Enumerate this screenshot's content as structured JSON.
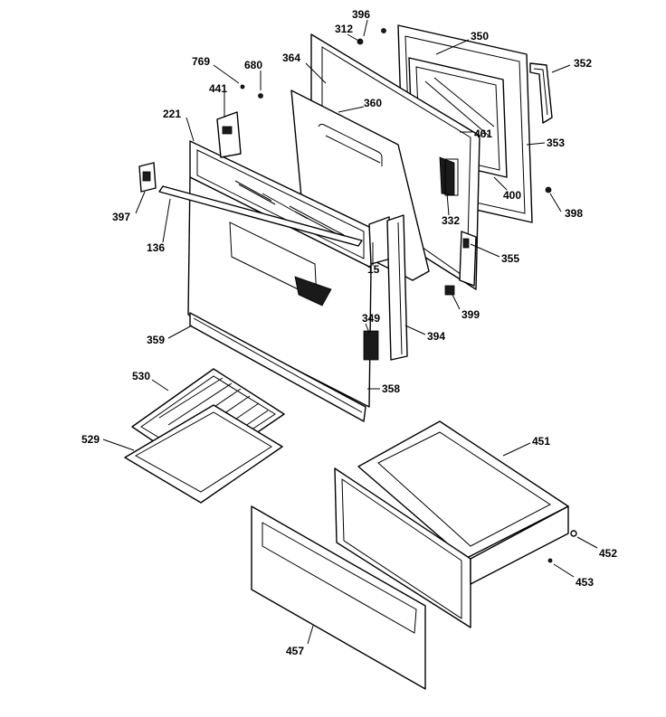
{
  "callouts": [
    {
      "id": "c396",
      "text": "396"
    },
    {
      "id": "c312",
      "text": "312"
    },
    {
      "id": "c350",
      "text": "350"
    },
    {
      "id": "c352",
      "text": "352"
    },
    {
      "id": "c769",
      "text": "769"
    },
    {
      "id": "c680",
      "text": "680"
    },
    {
      "id": "c364",
      "text": "364"
    },
    {
      "id": "c441",
      "text": "441"
    },
    {
      "id": "c360",
      "text": "360"
    },
    {
      "id": "c221",
      "text": "221"
    },
    {
      "id": "c461",
      "text": "461"
    },
    {
      "id": "c353",
      "text": "353"
    },
    {
      "id": "c400",
      "text": "400"
    },
    {
      "id": "c398",
      "text": "398"
    },
    {
      "id": "c397",
      "text": "397"
    },
    {
      "id": "c332",
      "text": "332"
    },
    {
      "id": "c136",
      "text": "136"
    },
    {
      "id": "c355",
      "text": "355"
    },
    {
      "id": "c15",
      "text": "15"
    },
    {
      "id": "c399",
      "text": "399"
    },
    {
      "id": "c349",
      "text": "349"
    },
    {
      "id": "c359",
      "text": "359"
    },
    {
      "id": "c394",
      "text": "394"
    },
    {
      "id": "c530",
      "text": "530"
    },
    {
      "id": "c358",
      "text": "358"
    },
    {
      "id": "c451",
      "text": "451"
    },
    {
      "id": "c529",
      "text": "529"
    },
    {
      "id": "c452",
      "text": "452"
    },
    {
      "id": "c453",
      "text": "453"
    },
    {
      "id": "c457",
      "text": "457"
    }
  ]
}
